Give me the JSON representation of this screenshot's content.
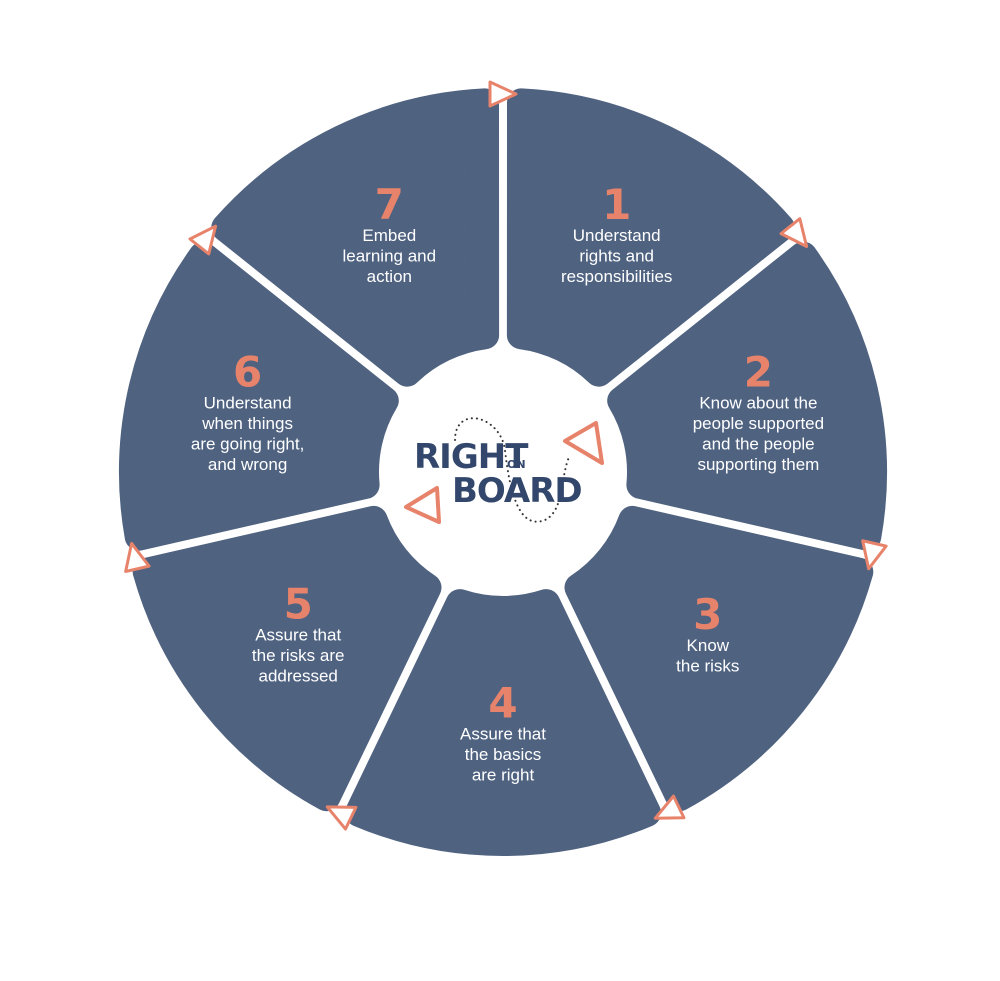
{
  "colors": {
    "segment": "#4f6280",
    "accent": "#e8836b",
    "logo": "#32476b",
    "dots": "#333333"
  },
  "logo": {
    "line1": "RIGHT",
    "small": "ON",
    "line2": "BOARD"
  },
  "segments": [
    {
      "number": "1",
      "lines": [
        "Understand",
        "rights and",
        "responsibilities"
      ]
    },
    {
      "number": "2",
      "lines": [
        "Know about the",
        "people supported",
        "and the people",
        "supporting them"
      ]
    },
    {
      "number": "3",
      "lines": [
        "Know",
        "the risks"
      ]
    },
    {
      "number": "4",
      "lines": [
        "Assure that",
        "the basics",
        "are right"
      ]
    },
    {
      "number": "5",
      "lines": [
        "Assure that",
        "the risks are",
        "addressed"
      ]
    },
    {
      "number": "6",
      "lines": [
        "Understand",
        "when things",
        "are going right,",
        "and wrong"
      ]
    },
    {
      "number": "7",
      "lines": [
        "Embed",
        "learning and",
        "action"
      ]
    }
  ]
}
